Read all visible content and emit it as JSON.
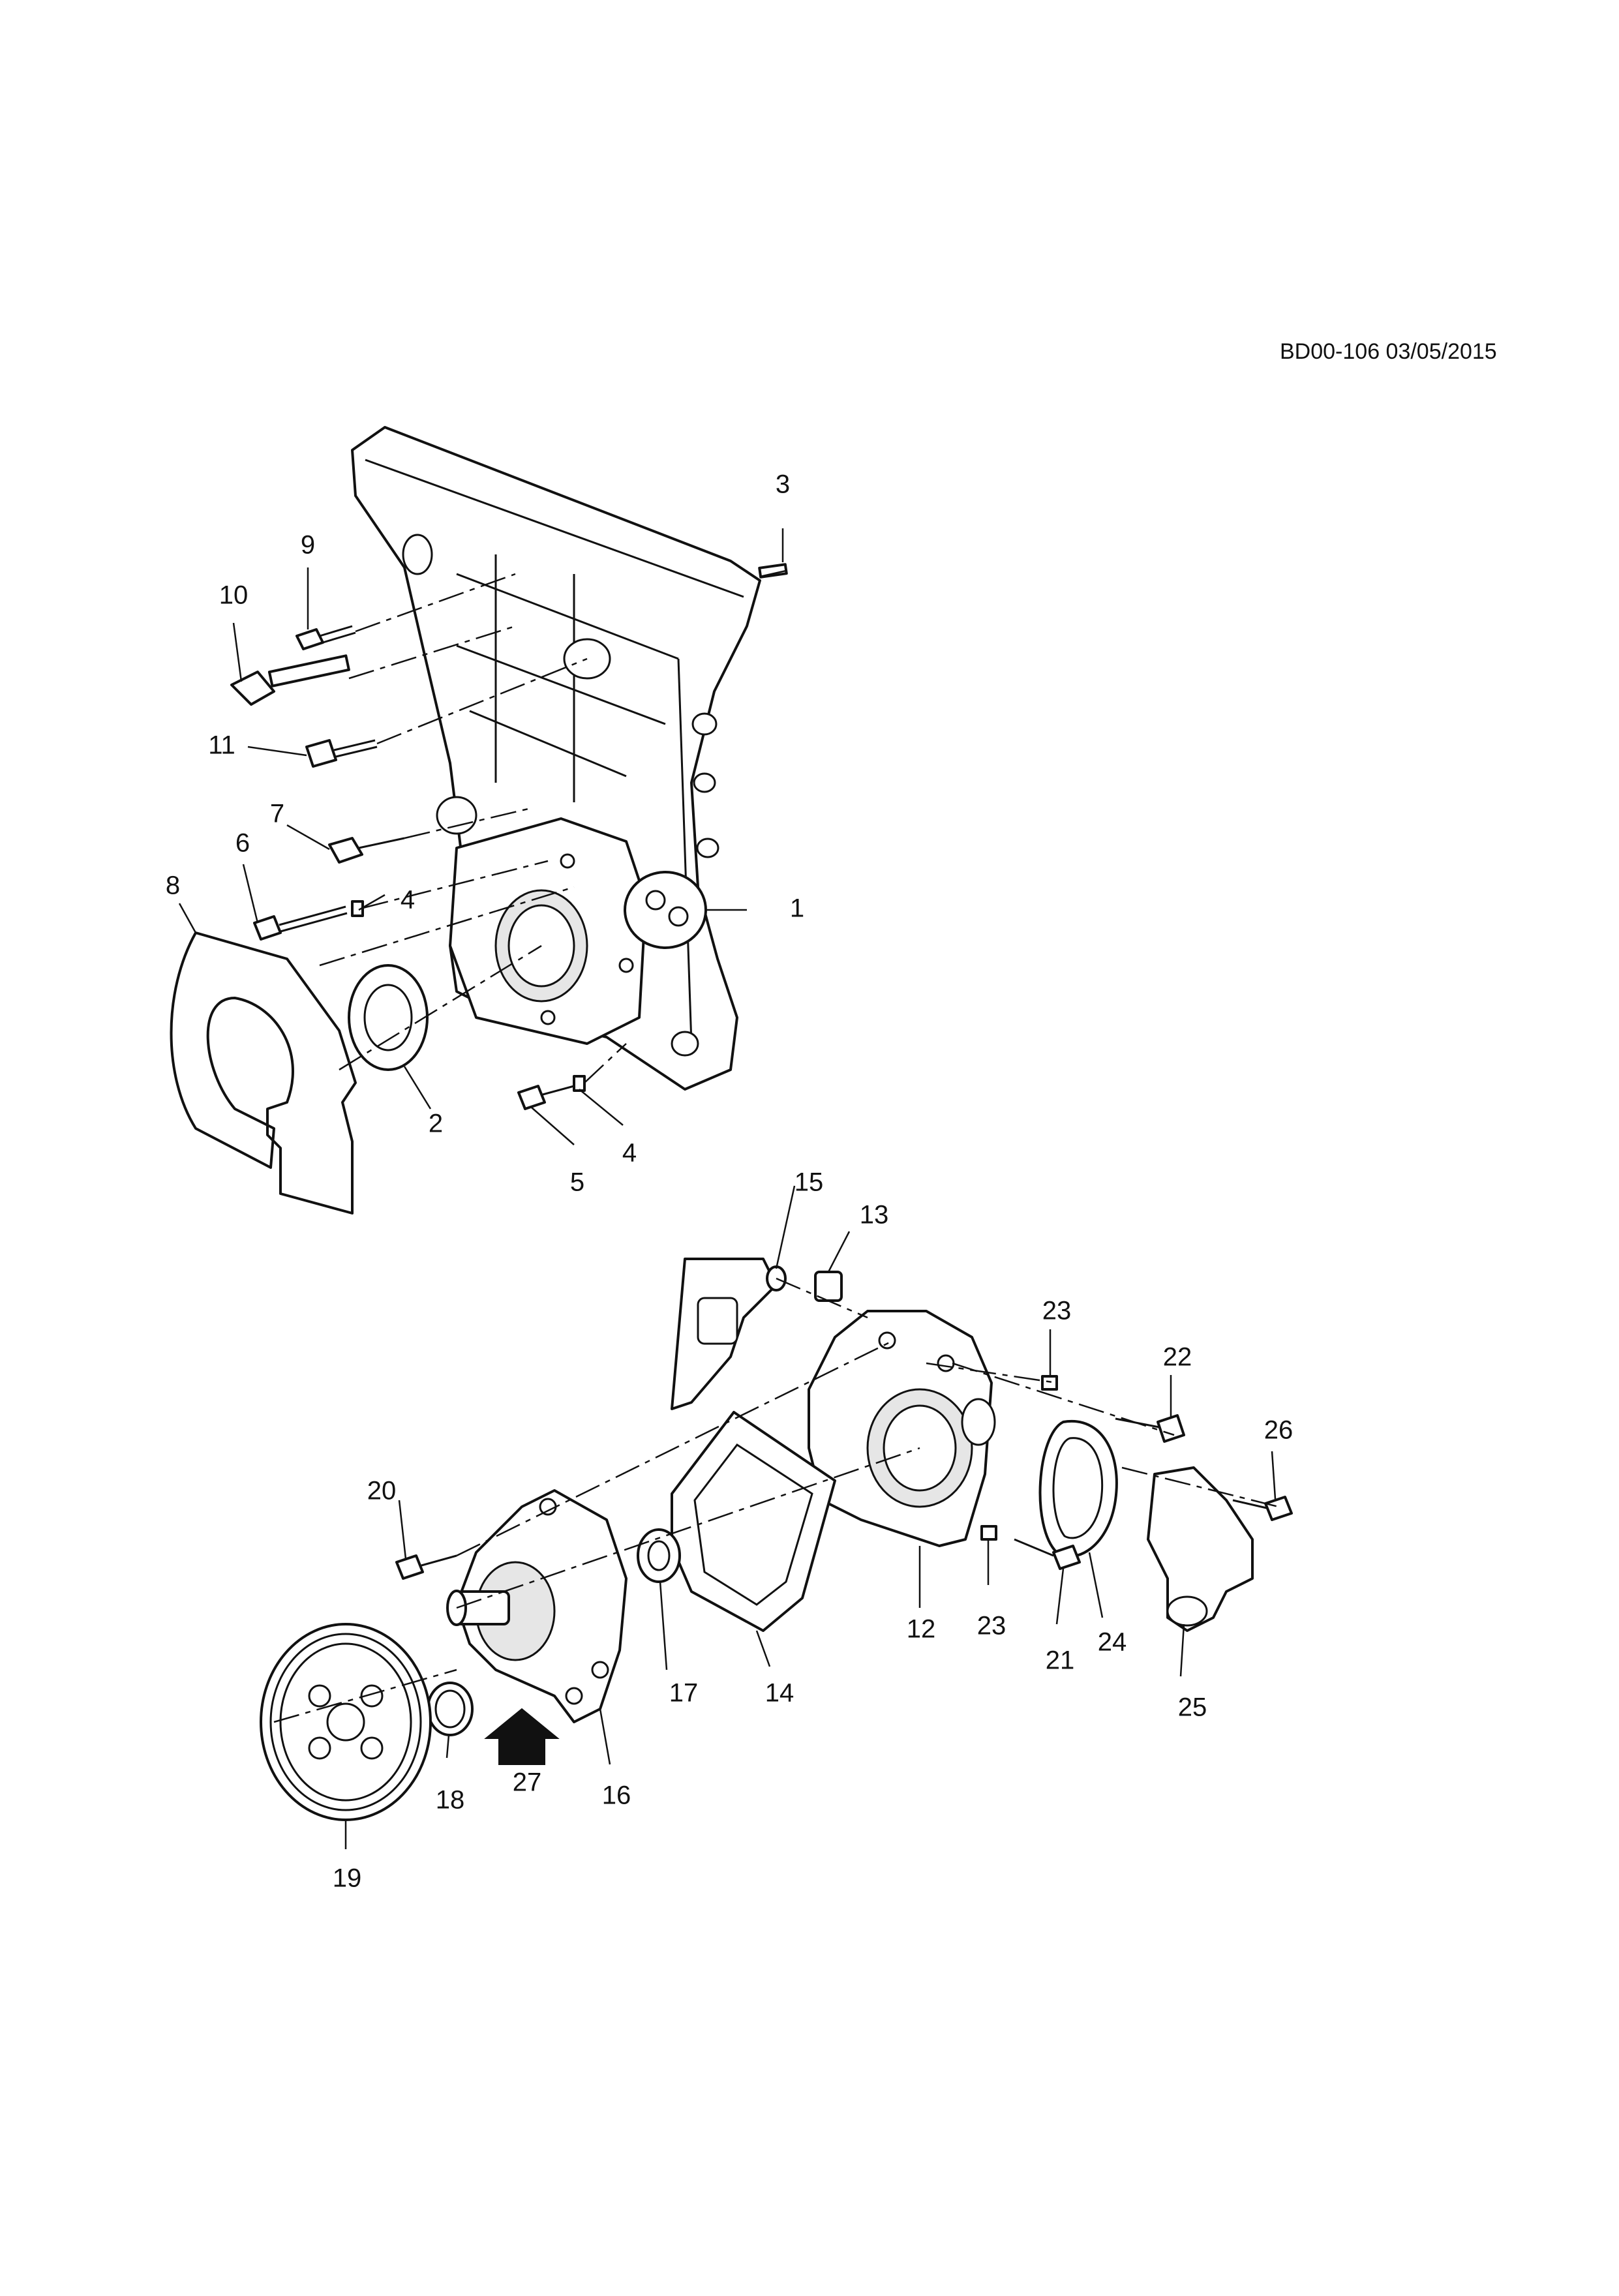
{
  "document": {
    "reference": "BD00-106 03/05/2015"
  },
  "callouts": [
    "1",
    "2",
    "3",
    "4",
    "4",
    "5",
    "6",
    "7",
    "8",
    "9",
    "10",
    "11",
    "12",
    "13",
    "14",
    "15",
    "16",
    "17",
    "18",
    "19",
    "20",
    "21",
    "22",
    "23",
    "23",
    "24",
    "25",
    "26",
    "27"
  ]
}
